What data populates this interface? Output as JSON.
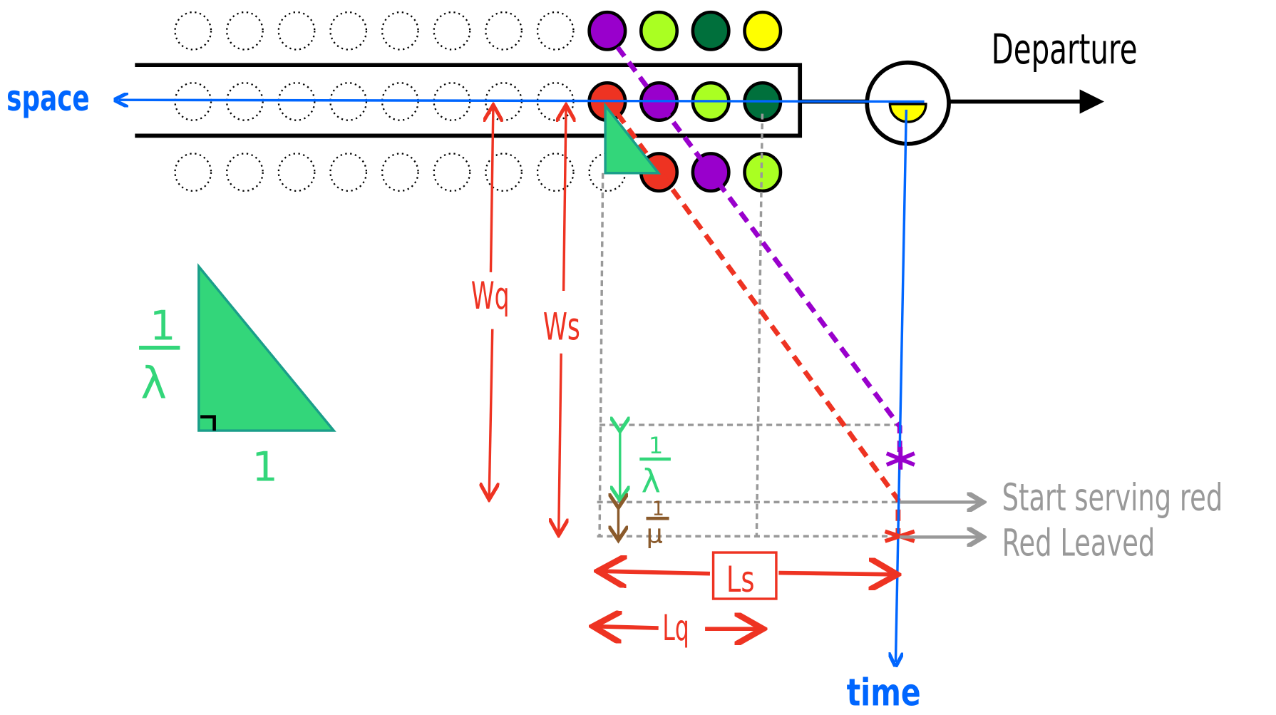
{
  "labels": {
    "departure": "Departure",
    "space": "space",
    "time": "time",
    "wq": "Wq",
    "ws": "Ws",
    "ls": "Ls",
    "lq": "Lq",
    "start_serving": "Start serving red",
    "red_leaved": "Red Leaved",
    "legend_numerator": "1",
    "legend_denominator": "λ",
    "legend_base": "1",
    "lambda_num": "1",
    "lambda_den": "λ",
    "mu_num": "1",
    "mu_den": "μ"
  },
  "colors": {
    "purple": "#9900cc",
    "lime": "#aaff22",
    "darkgreen": "#00703c",
    "yellow": "#ffff00",
    "red": "#ee3322",
    "blue": "#0066ff",
    "green": "#33d67a",
    "gray": "#999999",
    "brown": "#8a5a2b"
  },
  "rows": [
    [
      "empty",
      "empty",
      "empty",
      "empty",
      "empty",
      "empty",
      "empty",
      "empty",
      "purple",
      "lime",
      "darkgreen",
      "yellow"
    ],
    [
      "empty",
      "empty",
      "empty",
      "empty",
      "empty",
      "empty",
      "empty",
      "empty",
      "red",
      "purple",
      "lime",
      "darkgreen"
    ],
    [
      "empty",
      "empty",
      "empty",
      "empty",
      "empty",
      "empty",
      "empty",
      "empty",
      "empty",
      "red",
      "purple",
      "lime"
    ]
  ],
  "server_customer": "yellow"
}
